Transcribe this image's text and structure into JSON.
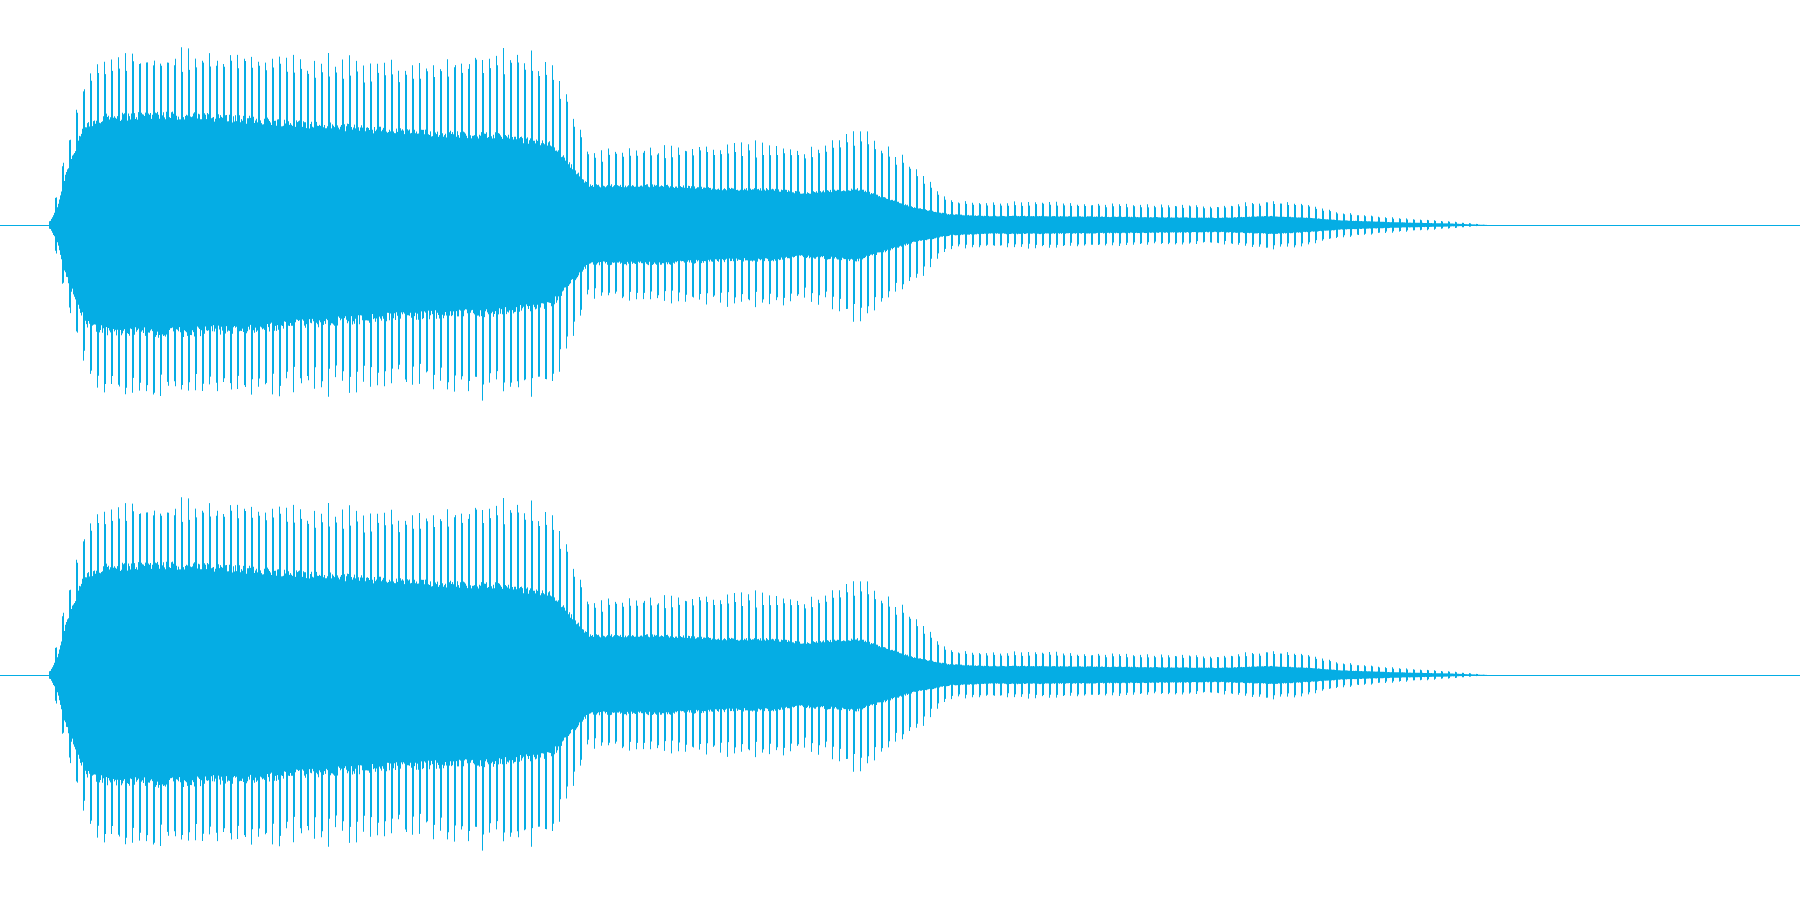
{
  "waveform": {
    "channels": 2,
    "color": "#05ade4",
    "background": "#ffffff",
    "envelope": {
      "time": [
        0.0,
        0.005,
        0.01,
        0.02,
        0.03,
        0.06,
        0.1,
        0.15,
        0.2,
        0.25,
        0.28,
        0.3,
        0.32,
        0.34,
        0.36,
        0.38,
        0.4,
        0.42,
        0.45,
        0.48,
        0.5,
        0.51,
        0.52,
        0.55,
        0.6,
        0.65,
        0.68,
        0.7,
        0.72,
        0.75,
        0.78,
        0.79,
        0.8
      ],
      "peak": [
        0.0,
        0.2,
        0.45,
        0.8,
        0.96,
        0.98,
        0.97,
        0.95,
        0.92,
        0.99,
        0.97,
        0.42,
        0.43,
        0.44,
        0.45,
        0.46,
        0.47,
        0.42,
        0.55,
        0.35,
        0.14,
        0.13,
        0.13,
        0.13,
        0.12,
        0.11,
        0.14,
        0.12,
        0.07,
        0.04,
        0.02,
        0.01,
        0.0
      ],
      "rms": [
        0.0,
        0.1,
        0.3,
        0.55,
        0.6,
        0.62,
        0.6,
        0.56,
        0.52,
        0.5,
        0.45,
        0.22,
        0.22,
        0.22,
        0.21,
        0.2,
        0.2,
        0.18,
        0.2,
        0.1,
        0.06,
        0.055,
        0.05,
        0.05,
        0.045,
        0.04,
        0.05,
        0.04,
        0.025,
        0.015,
        0.008,
        0.004,
        0.0
      ]
    }
  }
}
